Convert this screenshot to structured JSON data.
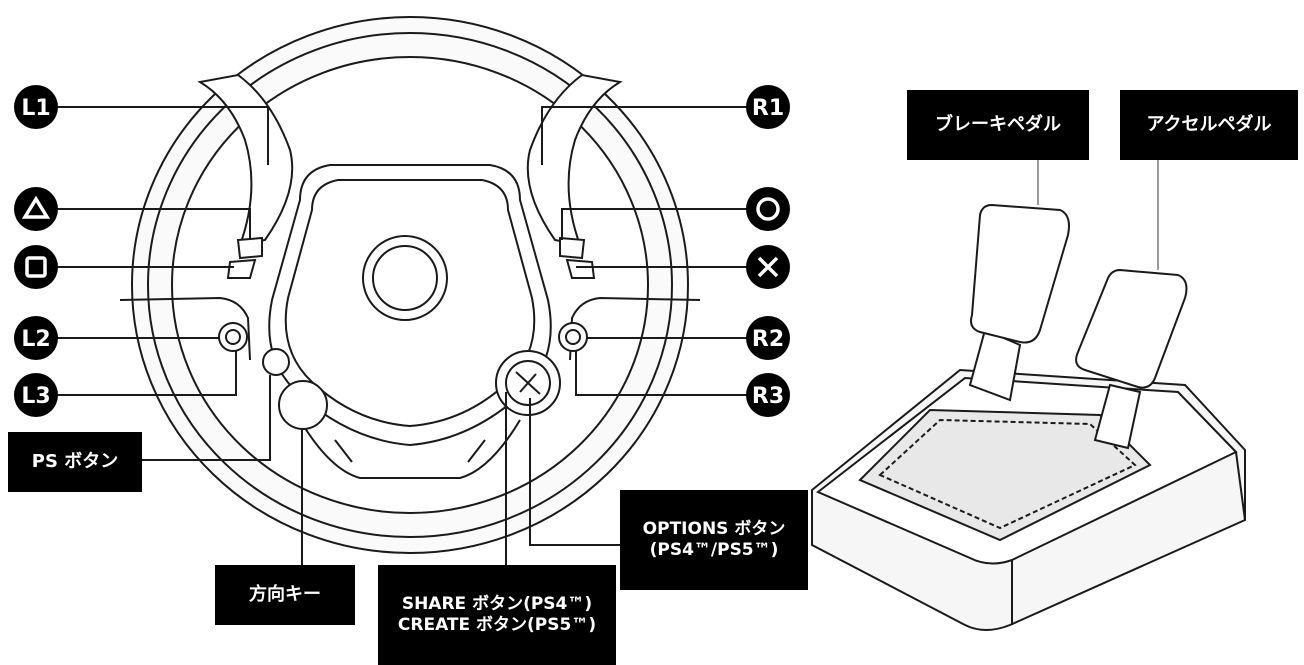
{
  "buttons": {
    "l1": "L1",
    "r1": "R1",
    "l2": "L2",
    "r2": "R2",
    "l3": "L3",
    "r3": "R3"
  },
  "icons": {
    "triangle": "triangle-icon",
    "square": "square-icon",
    "circle": "circle-icon",
    "cross": "cross-icon"
  },
  "labels": {
    "ps_button": "PS ボタン",
    "dpad": "方向キー",
    "share_line1": "SHARE ボタン(PS4™)",
    "share_line2": "CREATE ボタン(PS5™)",
    "options_line1": "OPTIONS ボタン",
    "options_line2": "(PS4™/PS5™)",
    "brake_pedal": "ブレーキペダル",
    "accel_pedal": "アクセルペダル"
  },
  "colors": {
    "badge": "#000000",
    "line": "#1a1a1a",
    "label_bg": "#000000",
    "label_text": "#ffffff"
  }
}
